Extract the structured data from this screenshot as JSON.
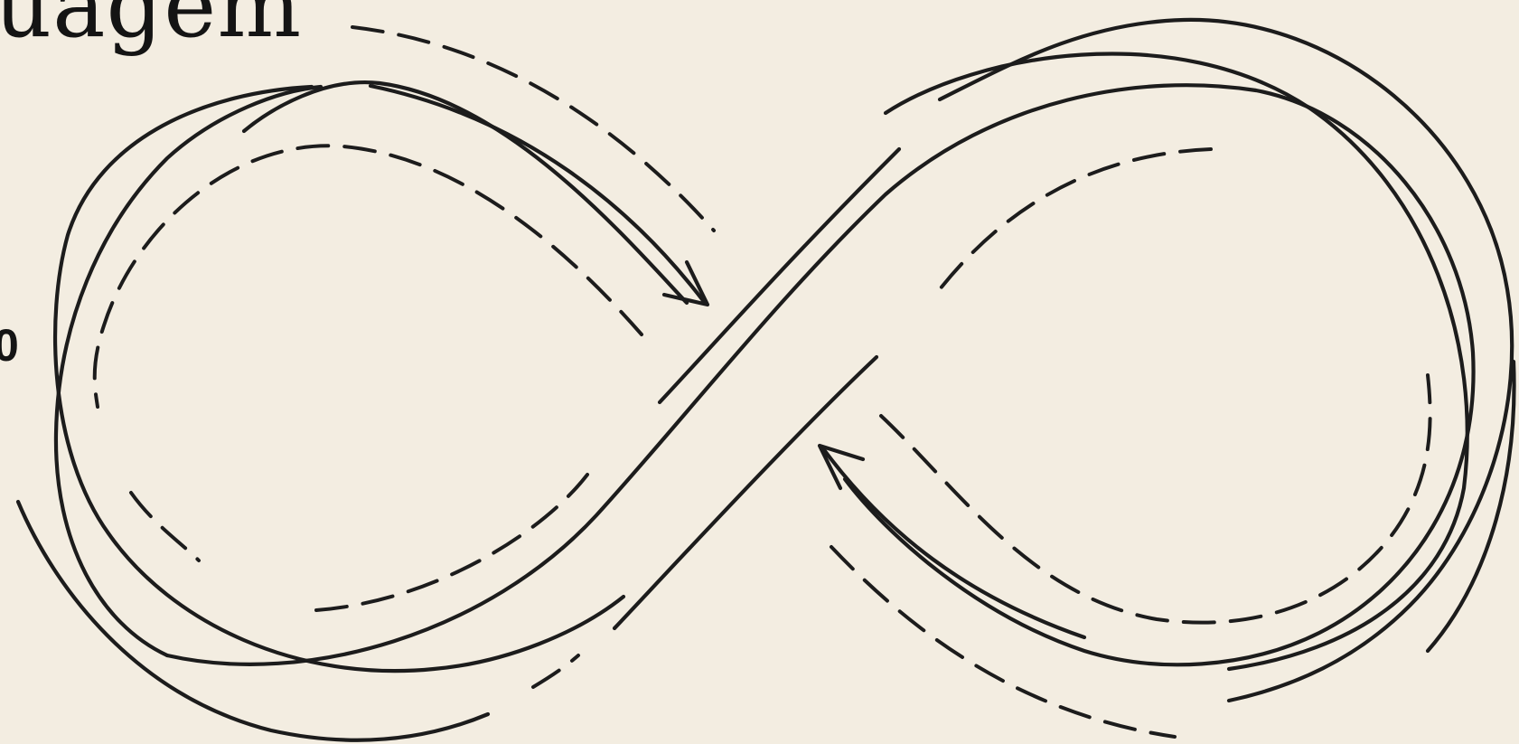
{
  "header": {
    "title_fragment": "uagem"
  },
  "side_label": {
    "text": "0"
  },
  "diagram": {
    "type": "infinity-loop-with-flow-arrows",
    "stroke_color": "#1c1c1c",
    "background_color": "#f3ede1"
  }
}
